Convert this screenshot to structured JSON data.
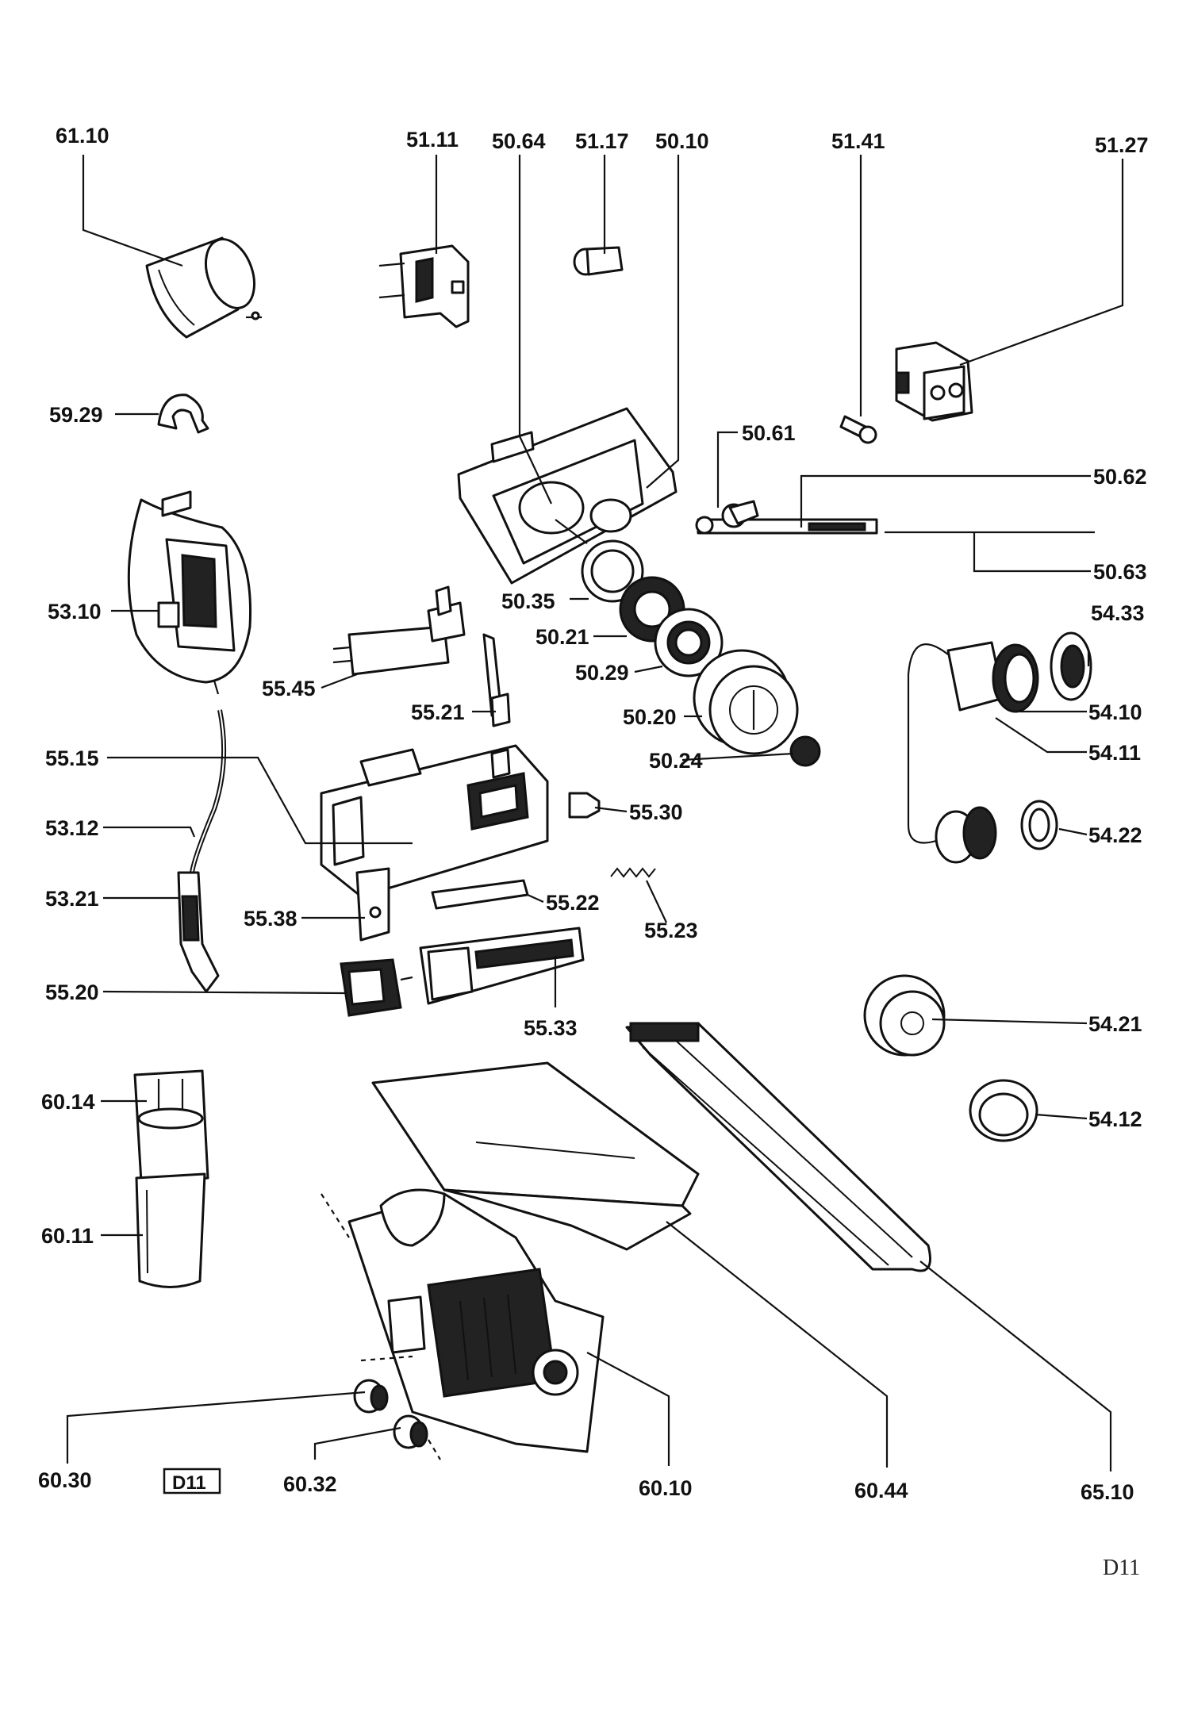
{
  "labels": {
    "l6110": "61.10",
    "l5111": "51.11",
    "l5064": "50.64",
    "l5117": "51.17",
    "l5010": "50.10",
    "l5141": "51.41",
    "l5127": "51.27",
    "l5929": "59.29",
    "l5061": "50.61",
    "l5062": "50.62",
    "l5063": "50.63",
    "l5310": "53.10",
    "l5035": "50.35",
    "l5021": "50.21",
    "l5029": "50.29",
    "l5433": "54.33",
    "l5545": "55.45",
    "l5521": "55.21",
    "l5020": "50.20",
    "l5410": "54.10",
    "l5411": "54.11",
    "l5024": "50.24",
    "l5515": "55.15",
    "l5530": "55.30",
    "l5312": "53.12",
    "l5422": "54.22",
    "l5321": "53.21",
    "l5522": "55.22",
    "l5538": "55.38",
    "l5523": "55.23",
    "l5520": "55.20",
    "l5533": "55.33",
    "l5421": "54.21",
    "l6014": "60.14",
    "l5412": "54.12",
    "l6011": "60.11",
    "l6030": "60.30",
    "l6032": "60.32",
    "l6010": "60.10",
    "l6044": "60.44",
    "l6510": "65.10"
  },
  "boxed_code": "D11",
  "page_code": "D11"
}
